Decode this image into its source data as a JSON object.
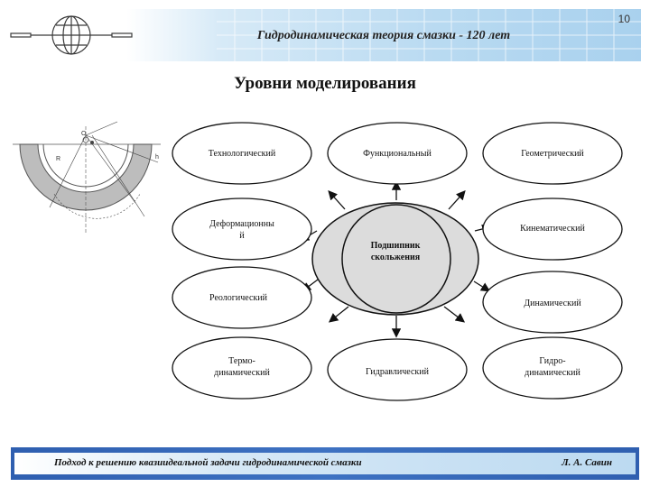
{
  "header": {
    "title": "Гидродинамическая теория смазки - 120 лет",
    "page_number": "10"
  },
  "slide_title": "Уровни моделирования",
  "center": {
    "label_line1": "Подшипник",
    "label_line2": "скольжения"
  },
  "nodes": {
    "tech": "Технологический",
    "func": "Функциональный",
    "geom": "Геометрический",
    "deform_line1": "Деформационны",
    "deform_line2": "й",
    "kinem": "Кинематический",
    "reol": "Реологический",
    "dynam": "Динамический",
    "thermo_line1": "Термо-",
    "thermo_line2": "динамический",
    "hydraul": "Гидравлический",
    "hydrodyn_line1": "Гидро-",
    "hydrodyn_line2": "динамический"
  },
  "bearing_sketch_labels": {
    "o": "O",
    "r": "R",
    "h": "h"
  },
  "footer": {
    "left_text": "Подход к решению квазиидеальной задачи гидродинамической смазки",
    "right_text": "Л. А. Савин"
  },
  "colors": {
    "accent_blue": "#3e72c2",
    "header_blue": "#b9daf1",
    "center_fill": "#dcdcdc",
    "bearing_gray": "#bdbdbd"
  }
}
